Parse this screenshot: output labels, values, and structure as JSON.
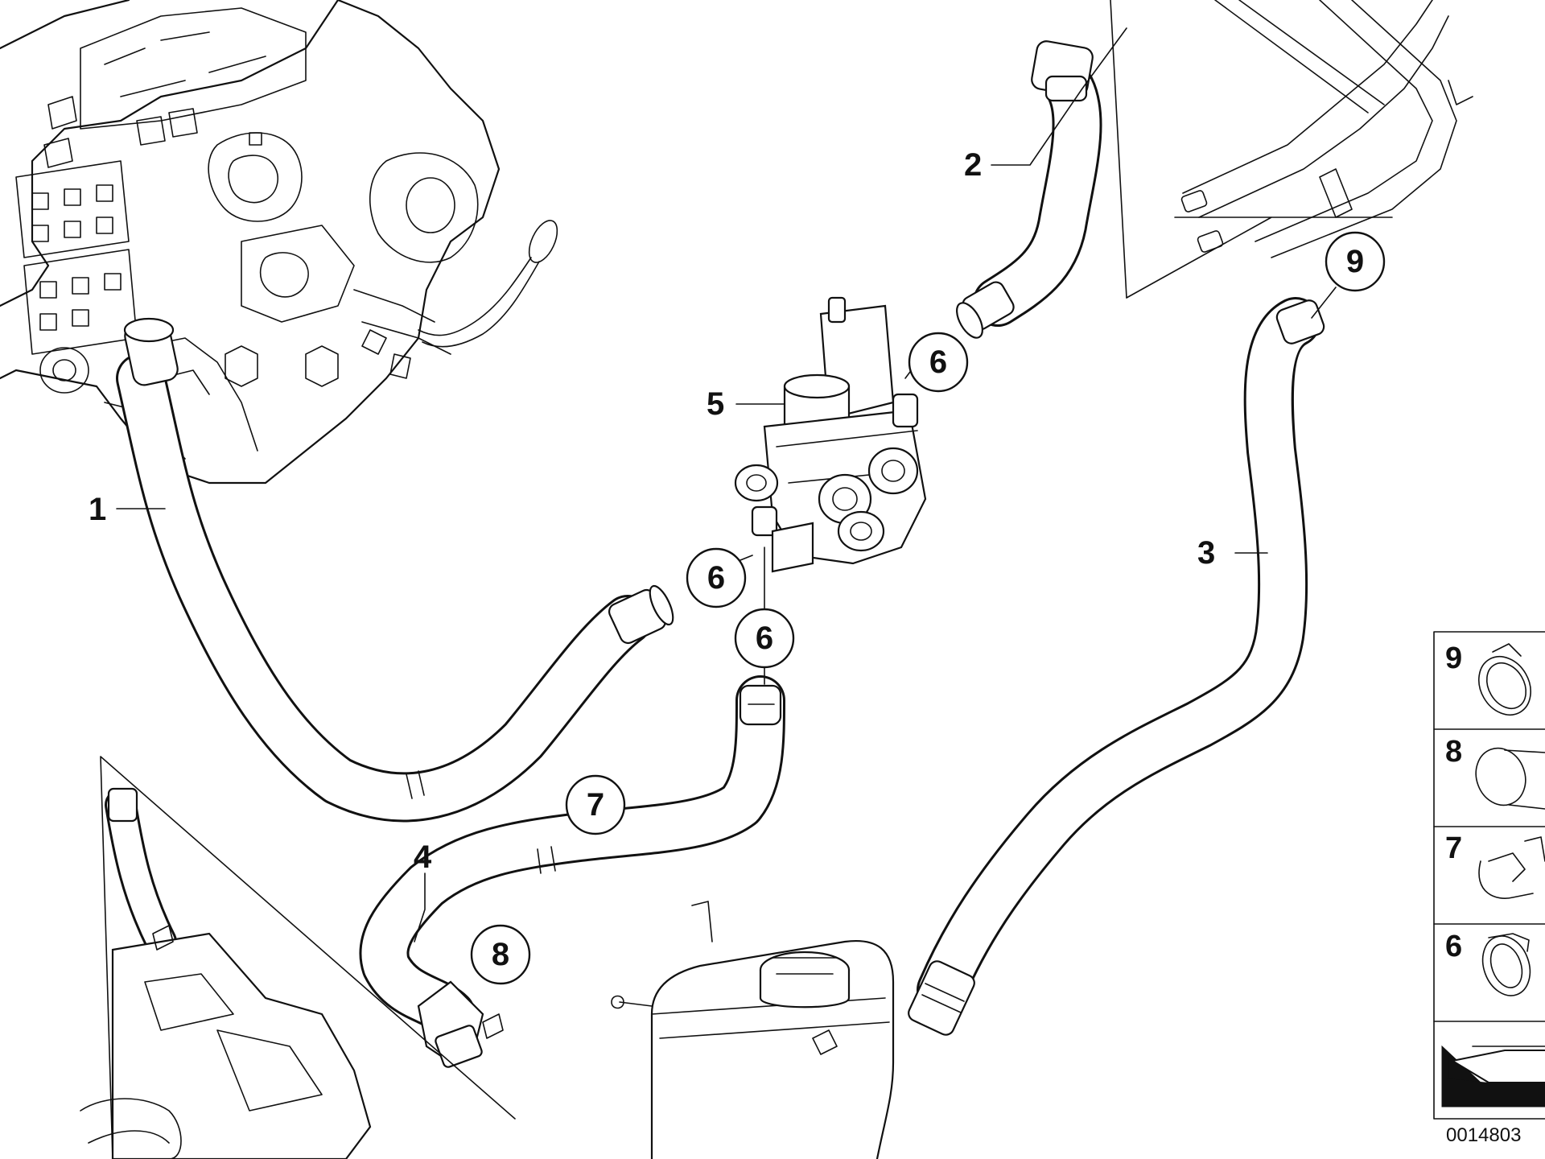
{
  "labels": {
    "hose_1": "1",
    "hose_2": "2",
    "hose_3": "3",
    "hose_4": "4",
    "valve_5": "5"
  },
  "callouts": {
    "c6a": "6",
    "c6b": "6",
    "c6c": "6",
    "c7": "7",
    "c8": "8",
    "c9": "9"
  },
  "legend": {
    "items": [
      "9",
      "8",
      "7",
      "6"
    ]
  },
  "reference_number": "0014803"
}
